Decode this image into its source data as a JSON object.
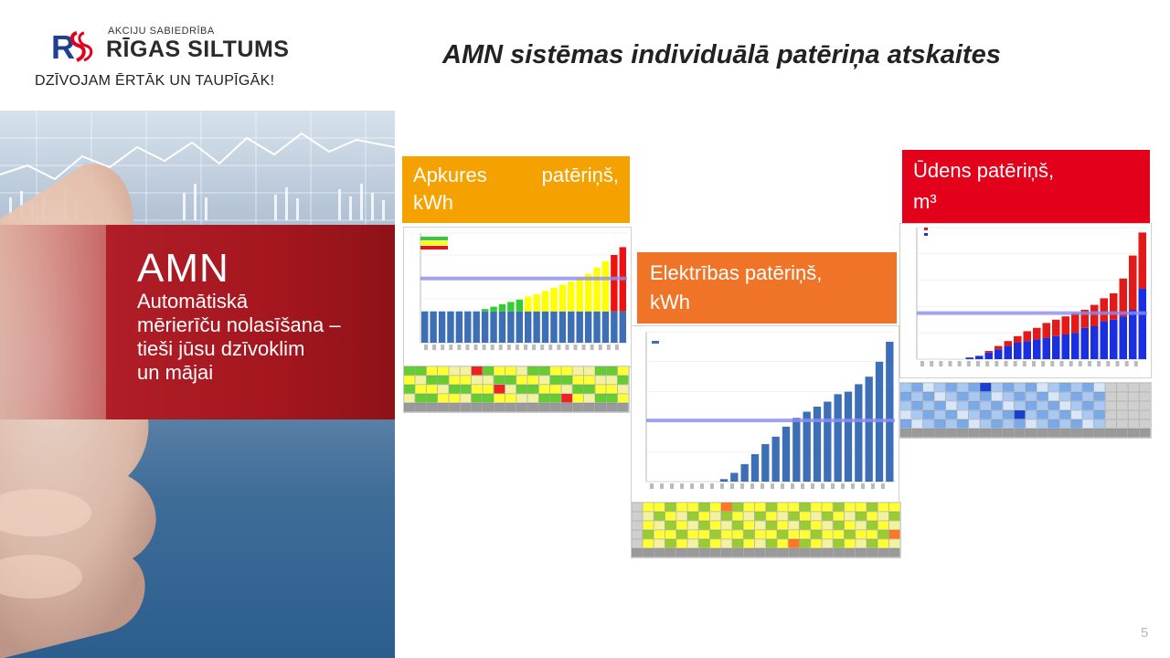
{
  "logo": {
    "company_type": "AKCIJU SABIEDRĪBA",
    "company_name": "RĪGAS SILTUMS",
    "tagline": "DZĪVOJAM ĒRTĀK UN TAUPĪGĀK!",
    "mark": "RS"
  },
  "title": "AMN sistēmas individuālā patēriņa atskaites",
  "hero": {
    "heading": "AMN",
    "lines": [
      "Automātiskā",
      "mērierīču nolasīšana –",
      "tieši jūsu dzīvoklim",
      "un mājai"
    ]
  },
  "labels": {
    "heating": {
      "word1": "Apkures",
      "word2": "patēriņš,",
      "unit": "kWh",
      "color": "#f5a100"
    },
    "electricity": {
      "line1": "Elektrības patēriņš,",
      "unit": "kWh",
      "color": "#f07428"
    },
    "water": {
      "line1": "Ūdens patēriņš,",
      "unit": "m³",
      "color": "#e3001b"
    }
  },
  "colors": {
    "bar_blue": "#3d6fb6",
    "green": "#33cc33",
    "yellow": "#ffff00",
    "red": "#ee1111",
    "avg_line": "#8c8cf0",
    "water_blue": "#1a2fe0",
    "water_red": "#e31a1a"
  },
  "chart_data": [
    {
      "type": "bar",
      "values": [
        4,
        4,
        4,
        4,
        4,
        4,
        4,
        4.3,
        4.6,
        4.9,
        5.2,
        5.5,
        5.9,
        6.2,
        6.6,
        7,
        7.4,
        7.8,
        8.3,
        8.8,
        9.6,
        10.4,
        11.2,
        12.2
      ],
      "base": 4,
      "avg": 8.2,
      "ylim": [
        0,
        14
      ]
    },
    {
      "type": "bar",
      "values": [
        0,
        0,
        0,
        0,
        0,
        0,
        0,
        2,
        7,
        14,
        22,
        30,
        36,
        44,
        51,
        56,
        60,
        64,
        70,
        72,
        78,
        84,
        96,
        112
      ],
      "avg": 49,
      "ylim": [
        0,
        120
      ]
    },
    {
      "type": "bar",
      "series": [
        {
          "values": [
            0,
            0,
            0,
            0,
            0,
            0.1,
            0.2,
            0.4,
            0.6,
            0.8,
            1.0,
            1.1,
            1.2,
            1.3,
            1.4,
            1.5,
            1.6,
            1.9,
            2.0,
            2.3,
            2.4,
            2.6,
            3.0,
            4.3
          ]
        },
        {
          "values": [
            0,
            0,
            0,
            0,
            0,
            0,
            0,
            0.1,
            0.2,
            0.3,
            0.4,
            0.6,
            0.7,
            0.9,
            1.0,
            1.1,
            1.2,
            1.1,
            1.3,
            1.4,
            1.6,
            2.3,
            3.3,
            3.4
          ]
        }
      ],
      "avg": 2.8,
      "ylim": [
        0,
        8
      ]
    }
  ],
  "page_number": "5"
}
